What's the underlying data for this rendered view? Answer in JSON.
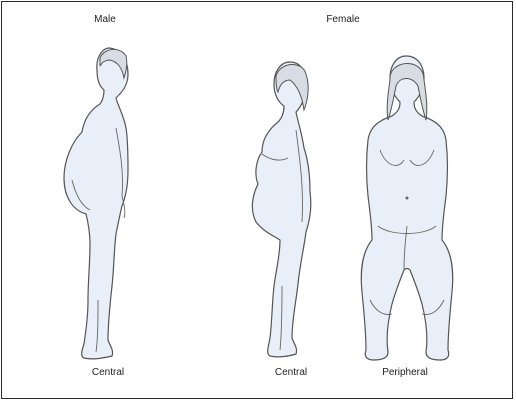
{
  "labels": {
    "male": "Male",
    "female": "Female"
  },
  "captions": [
    "Central",
    "Central",
    "Peripheral"
  ]
}
